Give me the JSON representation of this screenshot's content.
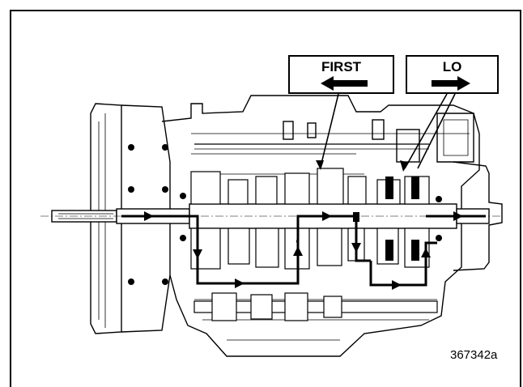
{
  "callouts": {
    "first": {
      "label": "FIRST",
      "arrow_direction": "left"
    },
    "lo": {
      "label": "LO",
      "arrow_direction": "right"
    }
  },
  "figure_id": "367342a",
  "colors": {
    "ink": "#000000",
    "paper": "#ffffff"
  }
}
